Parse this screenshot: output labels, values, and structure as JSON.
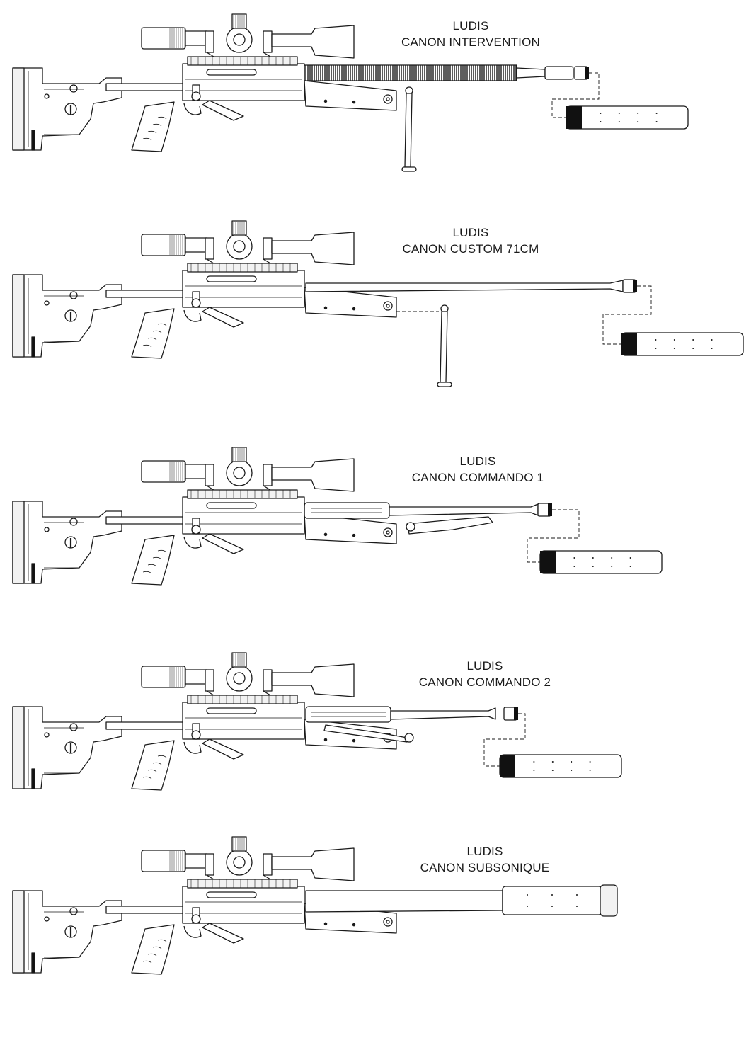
{
  "brand": "LUDIS",
  "variants": [
    {
      "brand": "LUDIS",
      "name": "CANON INTERVENTION",
      "barrel": "intervention",
      "suppressor": "separate"
    },
    {
      "brand": "LUDIS",
      "name": "CANON CUSTOM 71CM",
      "barrel": "custom71",
      "suppressor": "separate"
    },
    {
      "brand": "LUDIS",
      "name": "CANON COMMANDO 1",
      "barrel": "commando1",
      "suppressor": "separate"
    },
    {
      "brand": "LUDIS",
      "name": "CANON COMMANDO 2",
      "barrel": "commando2",
      "suppressor": "separate"
    },
    {
      "brand": "LUDIS",
      "name": "CANON SUBSONIQUE",
      "barrel": "subsonique",
      "suppressor": "integrated"
    }
  ],
  "colors": {
    "line": "#1a1a1a",
    "fill": "#ffffff",
    "shade": "#f2f2f2",
    "accent": "#111111"
  }
}
